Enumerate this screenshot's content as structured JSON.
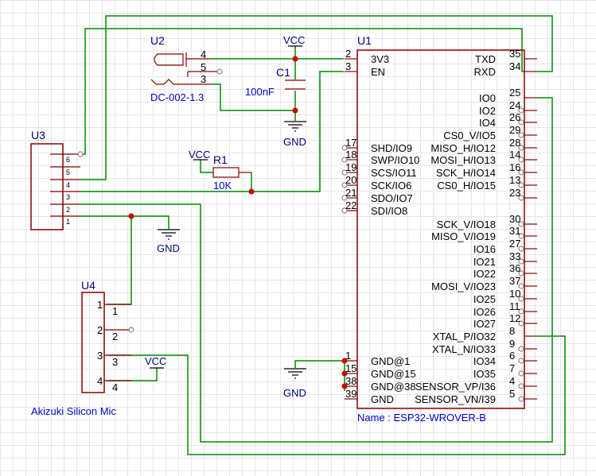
{
  "u1": {
    "ref": "U1",
    "name_label": "Name : ESP32-WROVER-B",
    "left_pins": [
      {
        "num": "2",
        "label": "3V3"
      },
      {
        "num": "3",
        "label": "EN"
      },
      {
        "num": "17",
        "label": "SHD/IO9"
      },
      {
        "num": "18",
        "label": "SWP/IO10"
      },
      {
        "num": "19",
        "label": "SCS/IO11"
      },
      {
        "num": "20",
        "label": "SCK/IO6"
      },
      {
        "num": "21",
        "label": "SDO/IO7"
      },
      {
        "num": "22",
        "label": "SDI/IO8"
      },
      {
        "num": "1",
        "label": "GND@1"
      },
      {
        "num": "15",
        "label": "GND@15"
      },
      {
        "num": "38",
        "label": "GND@38"
      },
      {
        "num": "39",
        "label": "GND"
      }
    ],
    "right_pins": [
      {
        "num": "35",
        "label": "TXD"
      },
      {
        "num": "34",
        "label": "RXD"
      },
      {
        "num": "25",
        "label": "IO0"
      },
      {
        "num": "24",
        "label": "IO2"
      },
      {
        "num": "26",
        "label": "IO4"
      },
      {
        "num": "29",
        "label": "CS0_V/IO5"
      },
      {
        "num": "28",
        "label": "MISO_H/IO12"
      },
      {
        "num": "14",
        "label": "MOSI_H/IO13"
      },
      {
        "num": "16",
        "label": "SCK_H/IO14"
      },
      {
        "num": "13",
        "label": "CS0_H/IO15"
      },
      {
        "num": "23",
        "label": ""
      },
      {
        "num": "30",
        "label": "SCK_V/IO18"
      },
      {
        "num": "31",
        "label": "MISO_V/IO19"
      },
      {
        "num": "27",
        "label": "IO16"
      },
      {
        "num": "33",
        "label": "IO21"
      },
      {
        "num": "36",
        "label": "IO22"
      },
      {
        "num": "37",
        "label": "MOSI_V/IO23"
      },
      {
        "num": "10",
        "label": "IO25"
      },
      {
        "num": "11",
        "label": "IO26"
      },
      {
        "num": "12",
        "label": "IO27"
      },
      {
        "num": "8",
        "label": "XTAL_P/IO32"
      },
      {
        "num": "9",
        "label": "XTAL_N/IO33"
      },
      {
        "num": "6",
        "label": "IO34"
      },
      {
        "num": "7",
        "label": "IO35"
      },
      {
        "num": "4",
        "label": "SENSOR_VP/I36"
      },
      {
        "num": "5",
        "label": "SENSOR_VN/I39"
      }
    ]
  },
  "u2": {
    "ref": "U2",
    "value": "DC-002-1.3",
    "pins": [
      "4",
      "5",
      "3"
    ]
  },
  "c1": {
    "ref": "C1",
    "value": "100nF"
  },
  "r1": {
    "ref": "R1",
    "value": "10K"
  },
  "u3": {
    "ref": "U3",
    "pins": [
      "6",
      "5",
      "4",
      "3",
      "2",
      "1"
    ]
  },
  "u4": {
    "ref": "U4",
    "value": "Akizuki Silicon Mic",
    "inner_pins": [
      "1",
      "2",
      "3",
      "4"
    ],
    "outer_pins": [
      "1",
      "2",
      "3",
      "4"
    ]
  },
  "nets": {
    "vcc_c1": "VCC",
    "vcc_r1": "VCC",
    "vcc_u4": "VCC",
    "gnd_c1": "GND",
    "gnd_u3": "GND",
    "gnd_u1": "GND"
  }
}
